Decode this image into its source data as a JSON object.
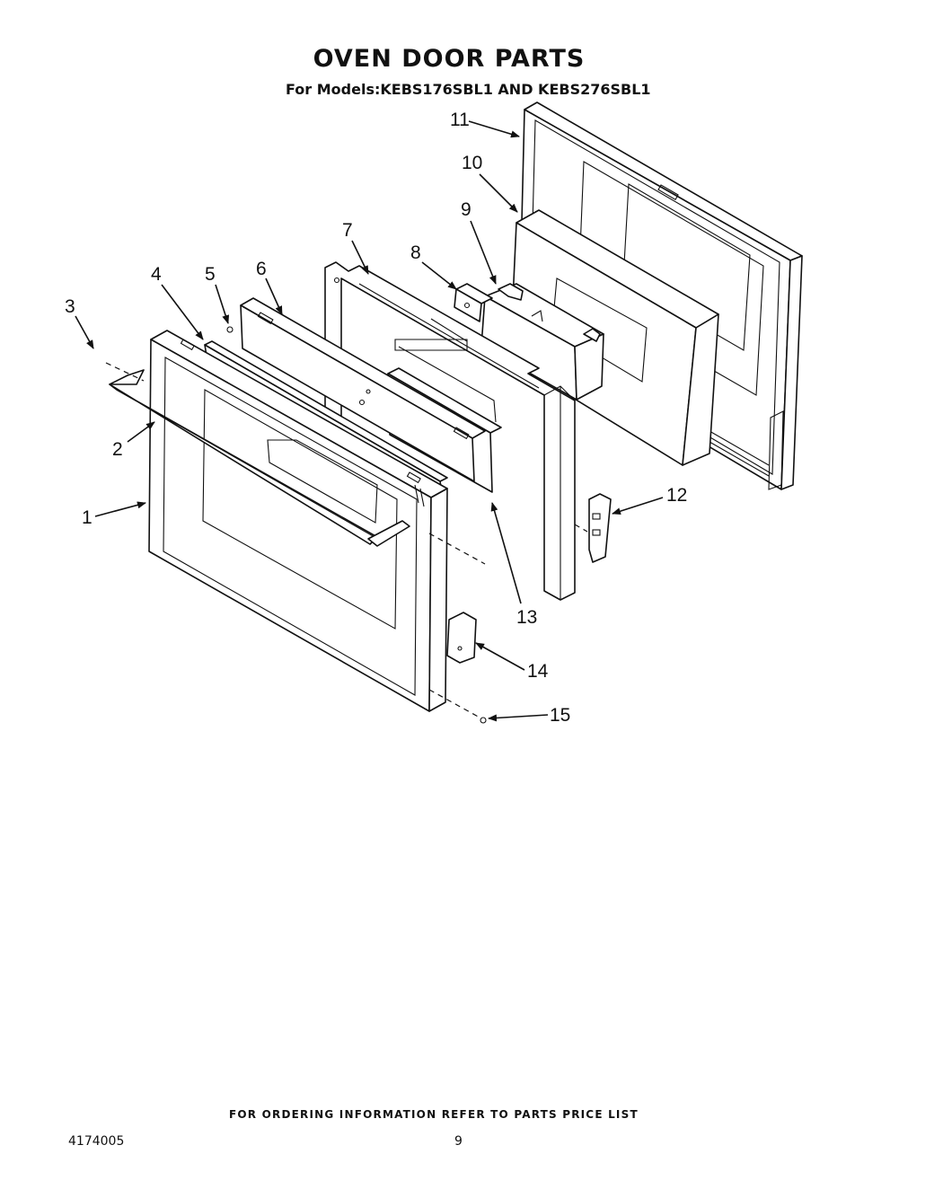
{
  "document": {
    "title": "OVEN DOOR PARTS",
    "subtitle": "For Models:KEBS176SBL1  AND  KEBS276SBL1",
    "footer_note": "FOR ORDERING INFORMATION REFER TO PARTS PRICE LIST",
    "doc_number": "4174005",
    "page_number": "9"
  },
  "callouts": [
    {
      "id": "c1",
      "label": "1"
    },
    {
      "id": "c2",
      "label": "2"
    },
    {
      "id": "c3",
      "label": "3"
    },
    {
      "id": "c4",
      "label": "4"
    },
    {
      "id": "c5",
      "label": "5"
    },
    {
      "id": "c6",
      "label": "6"
    },
    {
      "id": "c7",
      "label": "7"
    },
    {
      "id": "c8",
      "label": "8"
    },
    {
      "id": "c9",
      "label": "9"
    },
    {
      "id": "c10",
      "label": "10"
    },
    {
      "id": "c11",
      "label": "11"
    },
    {
      "id": "c12",
      "label": "12"
    },
    {
      "id": "c13",
      "label": "13"
    },
    {
      "id": "c14",
      "label": "14"
    },
    {
      "id": "c15",
      "label": "15"
    }
  ]
}
